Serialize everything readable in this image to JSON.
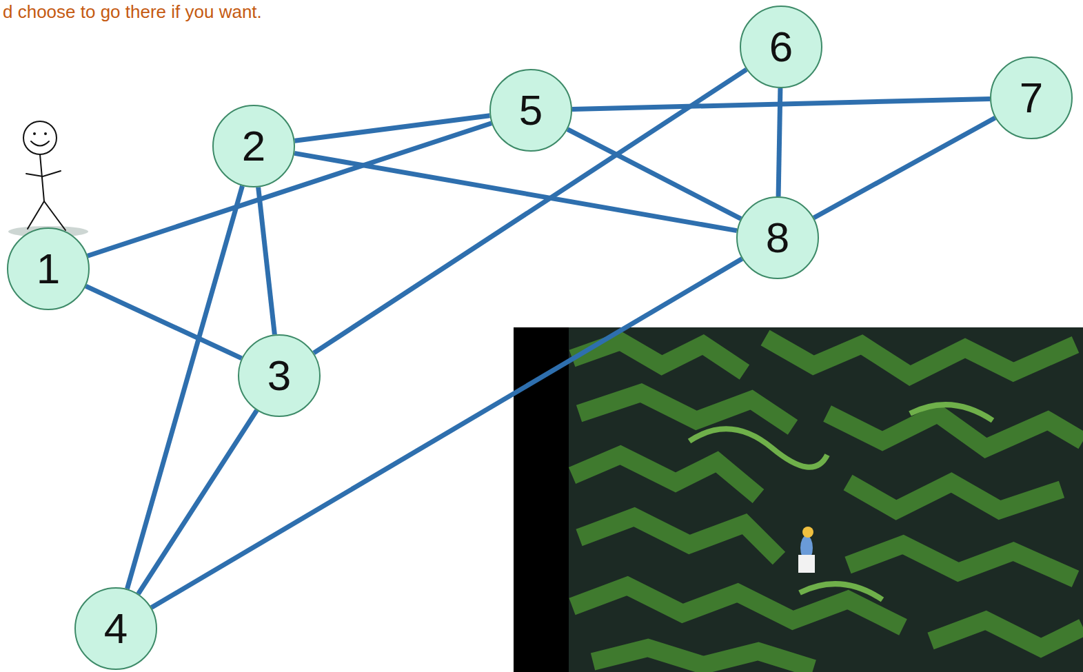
{
  "diagram": {
    "nodes": [
      {
        "text": [
          "1"
        ]
      },
      {
        "text": [
          "2"
        ]
      },
      {
        "text": [
          "3"
        ]
      },
      {
        "text": [
          "4"
        ]
      },
      {
        "text": [
          "5"
        ]
      },
      {
        "text": [
          "6"
        ]
      },
      {
        "text": [
          "7"
        ]
      },
      {
        "text": [
          "8"
        ]
      }
    ],
    "edges": [
      {
        "from": 0,
        "to": 4,
        "arrow": "none"
      },
      {
        "from": 0,
        "to": 2,
        "arrow": "none"
      },
      {
        "from": 1,
        "to": 4,
        "arrow": "none"
      },
      {
        "from": 1,
        "to": 7,
        "arrow": "none"
      },
      {
        "from": 1,
        "to": 2,
        "arrow": "none"
      },
      {
        "from": 1,
        "to": 3,
        "arrow": "none"
      },
      {
        "from": 2,
        "to": 3,
        "arrow": "none"
      },
      {
        "from": 2,
        "to": 5,
        "arrow": "none"
      },
      {
        "from": 3,
        "to": 7,
        "arrow": "none"
      },
      {
        "from": 4,
        "to": 6,
        "arrow": "none"
      },
      {
        "from": 4,
        "to": 7,
        "arrow": "none"
      },
      {
        "from": 5,
        "to": 7,
        "arrow": "none"
      },
      {
        "from": 6,
        "to": 7,
        "arrow": "none"
      }
    ],
    "labels": [
      "d choose to go there if you want."
    ]
  }
}
